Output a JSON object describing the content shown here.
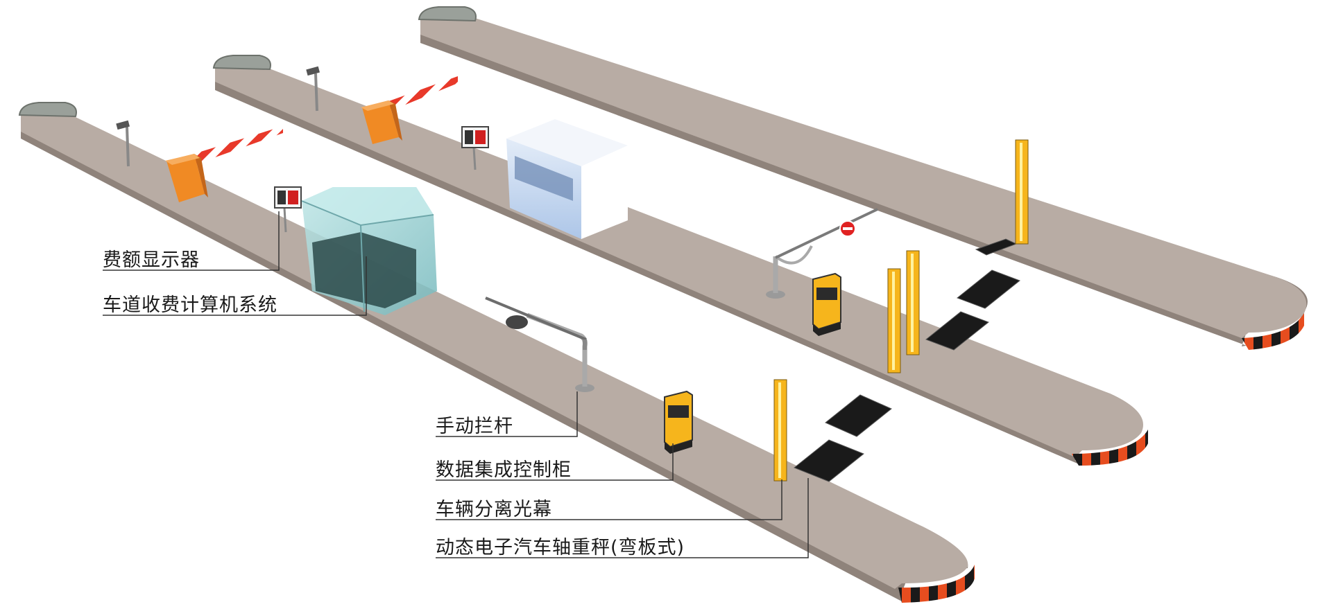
{
  "labels": {
    "fee_display": "费额显示器",
    "lane_toll_system": "车道收费计算机系统",
    "manual_barrier": "手动拦杆",
    "data_cabinet": "数据集成控制柜",
    "vehicle_light_curtain": "车辆分离光幕",
    "axle_scale": "动态电子汽车轴重秤(弯板式)"
  },
  "colors": {
    "road_top": "#b8aca4",
    "road_side": "#8f837b",
    "barrier_orange": "#f08a24",
    "pole_yellow": "#f6b51c",
    "booth_glass": "#9fd3d6",
    "booth_blue": "#c9dcf2",
    "plate_black": "#1a1a1a",
    "stop_sign_red": "#e02222",
    "callout_line": "#333333"
  },
  "icons": [
    "lamp-post-icon",
    "barrier-gate-icon",
    "fee-display-icon",
    "glass-booth-icon",
    "blue-booth-icon",
    "manual-barrier-icon",
    "control-cabinet-icon",
    "light-curtain-icon",
    "weighing-plate-icon",
    "stop-sign-icon"
  ]
}
